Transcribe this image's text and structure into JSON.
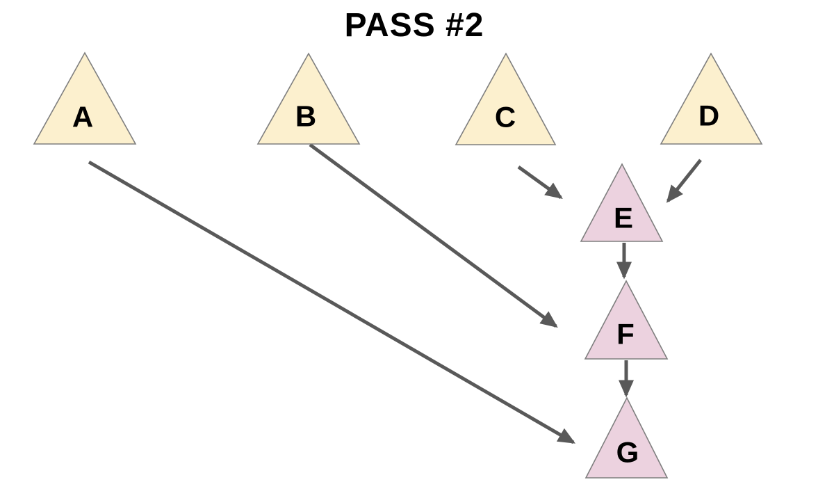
{
  "title": "PASS #2",
  "colors": {
    "background": "#ffffff",
    "text": "#000000",
    "node_yellow": "#fcf0ce",
    "node_pink": "#ecd2df",
    "node_border": "#7f7f7f",
    "arrow": "#595959"
  },
  "nodes": [
    {
      "id": "A",
      "label": "A",
      "fill_role": "yellow"
    },
    {
      "id": "B",
      "label": "B",
      "fill_role": "yellow"
    },
    {
      "id": "C",
      "label": "C",
      "fill_role": "yellow"
    },
    {
      "id": "D",
      "label": "D",
      "fill_role": "yellow"
    },
    {
      "id": "E",
      "label": "E",
      "fill_role": "pink"
    },
    {
      "id": "F",
      "label": "F",
      "fill_role": "pink"
    },
    {
      "id": "G",
      "label": "G",
      "fill_role": "pink"
    }
  ],
  "edges": [
    {
      "from": "A",
      "to": "G"
    },
    {
      "from": "B",
      "to": "F"
    },
    {
      "from": "C",
      "to": "E"
    },
    {
      "from": "D",
      "to": "E"
    },
    {
      "from": "E",
      "to": "F"
    },
    {
      "from": "F",
      "to": "G"
    }
  ]
}
